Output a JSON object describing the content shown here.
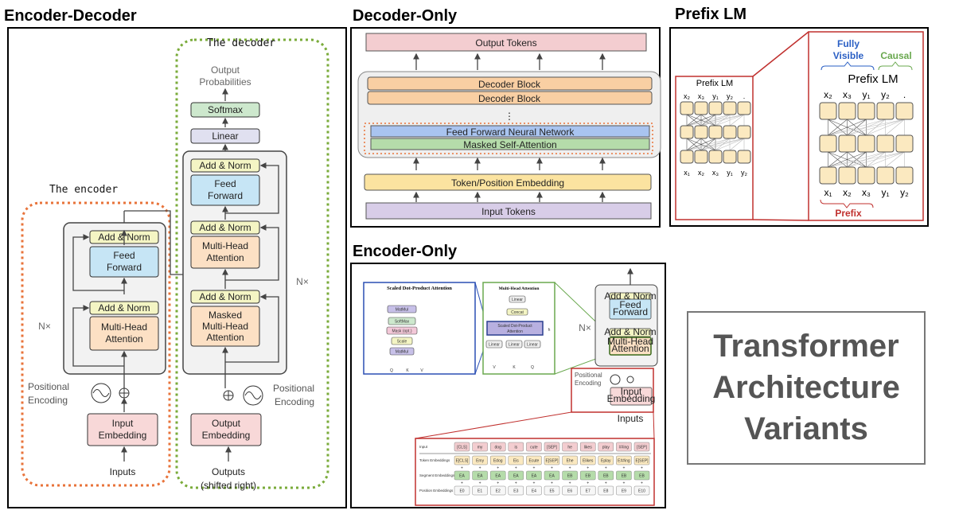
{
  "panels": {
    "encoder_decoder": {
      "title": "Encoder-Decoder",
      "encoder_label": "The encoder",
      "decoder_label": "The decoder",
      "encoder": {
        "add_norm": "Add & Norm",
        "feed_forward": [
          "Feed",
          "Forward"
        ],
        "attention": [
          "Multi-Head",
          "Attention"
        ],
        "nx": "N×",
        "positional": [
          "Positional",
          "Encoding"
        ],
        "embedding": [
          "Input",
          "Embedding"
        ],
        "inputs": "Inputs"
      },
      "decoder": {
        "output_probabilities": [
          "Output",
          "Probabilities"
        ],
        "softmax": "Softmax",
        "linear": "Linear",
        "add_norm": "Add & Norm",
        "feed_forward": [
          "Feed",
          "Forward"
        ],
        "attention": [
          "Multi-Head",
          "Attention"
        ],
        "masked_attention": [
          "Masked",
          "Multi-Head",
          "Attention"
        ],
        "nx": "N×",
        "positional": [
          "Positional",
          "Encoding"
        ],
        "embedding": [
          "Output",
          "Embedding"
        ],
        "outputs": [
          "Outputs",
          "(shifted right)"
        ]
      }
    },
    "decoder_only": {
      "title": "Decoder-Only",
      "output_tokens": "Output Tokens",
      "decoder_block": "Decoder Block",
      "ellipsis": "⋮",
      "ffn": "Feed Forward Neural Network",
      "masked_attention": "Masked Self-Attention",
      "embedding": "Token/Position Embedding",
      "input_tokens": "Input Tokens"
    },
    "prefix_lm": {
      "title": "Prefix LM",
      "small_title": "Prefix LM",
      "big_title": "Prefix LM",
      "fully_visible": [
        "Fully",
        "Visible"
      ],
      "causal": "Causal",
      "prefix": "Prefix",
      "top_labels": [
        "x₂",
        "x₃",
        "y₁",
        "y₂",
        "."
      ],
      "bottom_labels": [
        "x₁",
        "x₂",
        "x₃",
        "y₁",
        "y₂"
      ],
      "prefix_length": 3
    },
    "encoder_only": {
      "title": "Encoder-Only",
      "sdpa_title": "Scaled Dot-Product Attention",
      "sdpa_blocks": [
        "MatMul",
        "SoftMax",
        "Mask (opt.)",
        "Scale",
        "MatMul"
      ],
      "sdpa_inputs": [
        "Q",
        "K",
        "V"
      ],
      "mha_title": "Multi-Head Attention",
      "mha_linear": "Linear",
      "mha_concat": "Concat",
      "mha_sdpa": [
        "Scaled Dot-Product",
        "Attention"
      ],
      "mha_h": "h",
      "mha_inputs": [
        "V",
        "K",
        "Q"
      ],
      "add_norm": "Add & Norm",
      "feed_forward": [
        "Feed",
        "Forward"
      ],
      "attention": [
        "Multi-Head",
        "Attention"
      ],
      "nx": "N×",
      "positional": [
        "Positional",
        "Encoding"
      ],
      "embedding": [
        "Input",
        "Embedding"
      ],
      "inputs": "Inputs",
      "row_labels": [
        "Input",
        "Token Embeddings",
        "Segment Embeddings",
        "Position Embeddings"
      ],
      "tokens": [
        "[CLS]",
        "my",
        "dog",
        "is",
        "cute",
        "[SEP]",
        "he",
        "likes",
        "play",
        "##ing",
        "[SEP]"
      ],
      "token_embeddings": [
        "E[CLS]",
        "Emy",
        "Edog",
        "Eis",
        "Ecute",
        "E[SEP]",
        "Ehe",
        "Elikes",
        "Eplay",
        "E##ing",
        "E[SEP]"
      ],
      "segment_embeddings": [
        "EA",
        "EA",
        "EA",
        "EA",
        "EA",
        "EA",
        "EB",
        "EB",
        "EB",
        "EB",
        "EB"
      ],
      "position_embeddings": [
        "E0",
        "E1",
        "E2",
        "E3",
        "E4",
        "E5",
        "E6",
        "E7",
        "E8",
        "E9",
        "E10"
      ],
      "plus": "+"
    }
  },
  "caption": [
    "Transformer",
    "Architecture",
    "Variants"
  ],
  "colors": {
    "add_norm": "#f4f5c4",
    "feed_forward": "#c6e5f5",
    "attention": "#fce0c4",
    "embedding": "#f8d8d8",
    "softmax": "#cde8cd",
    "linear": "#e0e0f0",
    "block": "#f2f2f2",
    "encoder_dash": "#e8733a",
    "decoder_dash": "#7aab3a",
    "decoder_block": "#f9cfa3",
    "ffn": "#a9c4f0",
    "masked": "#b5dcaa",
    "token_embedding": "#fbe3a0",
    "input_tokens": "#d8cde8",
    "output_tokens": "#f3cdd0",
    "prefix_cell": "#fbe9c0",
    "prefix_red": "#c0302e",
    "visible_blue": "#2a5fc4",
    "causal_green": "#6aa84f"
  }
}
